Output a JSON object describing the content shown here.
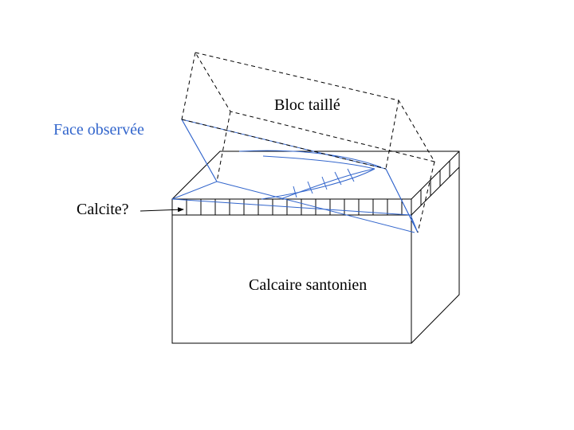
{
  "labels": {
    "block": "Bloc taillé",
    "face": "Face observée",
    "calcite": "Calcite?",
    "limestone": "Calcaire santonien"
  },
  "colors": {
    "line": "#000000",
    "face": "#3366cc",
    "label": "#000000",
    "face_label": "#3366cc",
    "background": "#ffffff"
  }
}
